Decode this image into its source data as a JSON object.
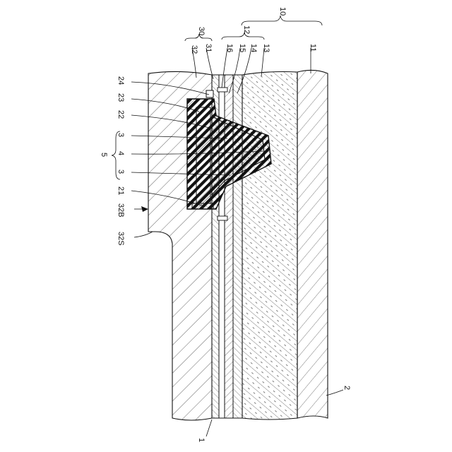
{
  "labels": {
    "l1": "1",
    "l2": "2",
    "l3a": "3",
    "l3b": "3",
    "l4": "4",
    "l5": "5",
    "l10": "10",
    "l11": "11",
    "l12": "12",
    "l13": "13",
    "l14": "14",
    "l15": "15",
    "l16": "16",
    "l21": "21",
    "l22": "22",
    "l23": "23",
    "l24": "24",
    "l30": "30",
    "l31": "31",
    "l32": "32",
    "l32b": "32B",
    "l32s": "32S"
  },
  "colors": {
    "line": "#111111",
    "background": "#ffffff"
  }
}
